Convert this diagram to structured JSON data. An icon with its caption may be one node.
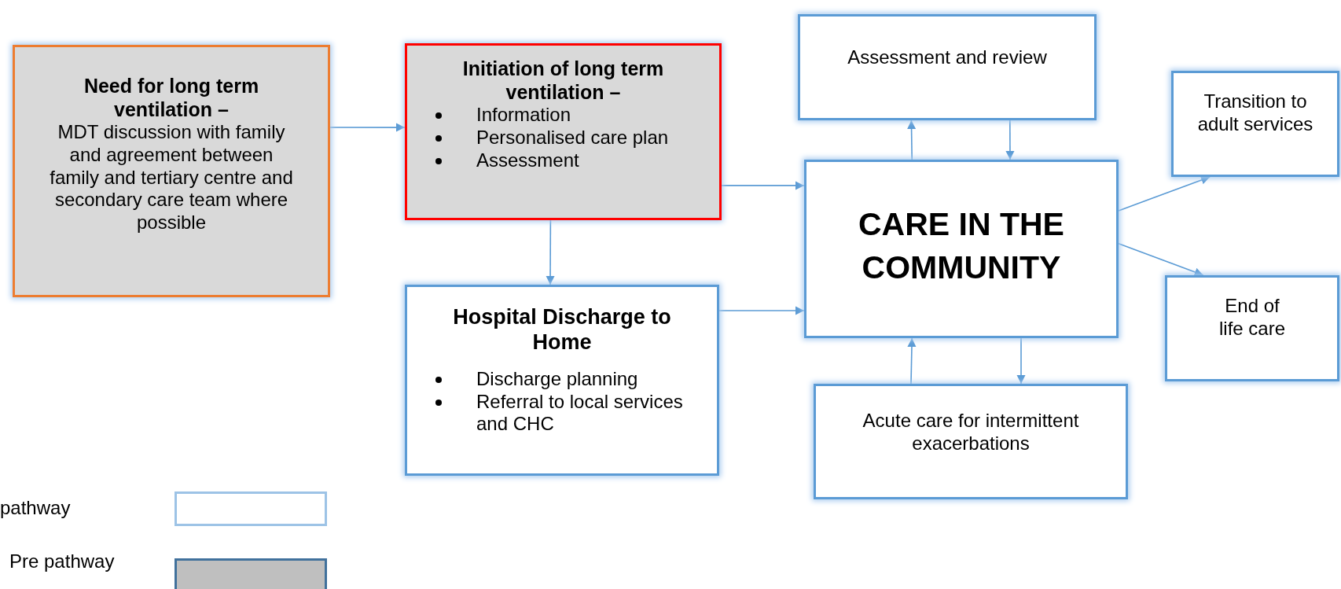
{
  "diagram": {
    "nodes": [
      {
        "text": [
          "**Need for long term ventilation** –",
          "MDT discussion with family and agreement between family and tertiary centre and secondary care team where possible"
        ]
      },
      {
        "text": [
          "Initiation of long term ventilation –",
          "Information",
          "Personalised care plan",
          "Assessment"
        ]
      },
      {
        "text": [
          "Hospital Discharge to Home",
          "Discharge planning",
          "Referral to local services and CHC"
        ]
      },
      {
        "text": [
          "Assessment and review"
        ]
      },
      {
        "text": [
          "CARE IN THE COMMUNITY"
        ]
      },
      {
        "text": [
          "Acute care for intermittent exacerbations"
        ]
      },
      {
        "text": [
          "Transition to adult services"
        ]
      },
      {
        "text": [
          "End of life care"
        ]
      }
    ],
    "edges": [
      {
        "from": 0,
        "to": 1,
        "arrow": "to"
      },
      {
        "from": 1,
        "to": 4,
        "arrow": "to"
      },
      {
        "from": 1,
        "to": 2,
        "arrow": "to"
      },
      {
        "from": 2,
        "to": 4,
        "arrow": "to"
      },
      {
        "from": 4,
        "to": 3,
        "arrow": "to"
      },
      {
        "from": 3,
        "to": 4,
        "arrow": "to"
      },
      {
        "from": 4,
        "to": 6,
        "arrow": "to"
      },
      {
        "from": 4,
        "to": 7,
        "arrow": "to"
      },
      {
        "from": 4,
        "to": 5,
        "arrow": "to"
      },
      {
        "from": 5,
        "to": 4,
        "arrow": "to"
      }
    ],
    "legend": [
      {
        "text": "pathway",
        "color": "#ffffff"
      },
      {
        "text": "Pre pathway",
        "color": "#bfbfbf"
      }
    ]
  }
}
